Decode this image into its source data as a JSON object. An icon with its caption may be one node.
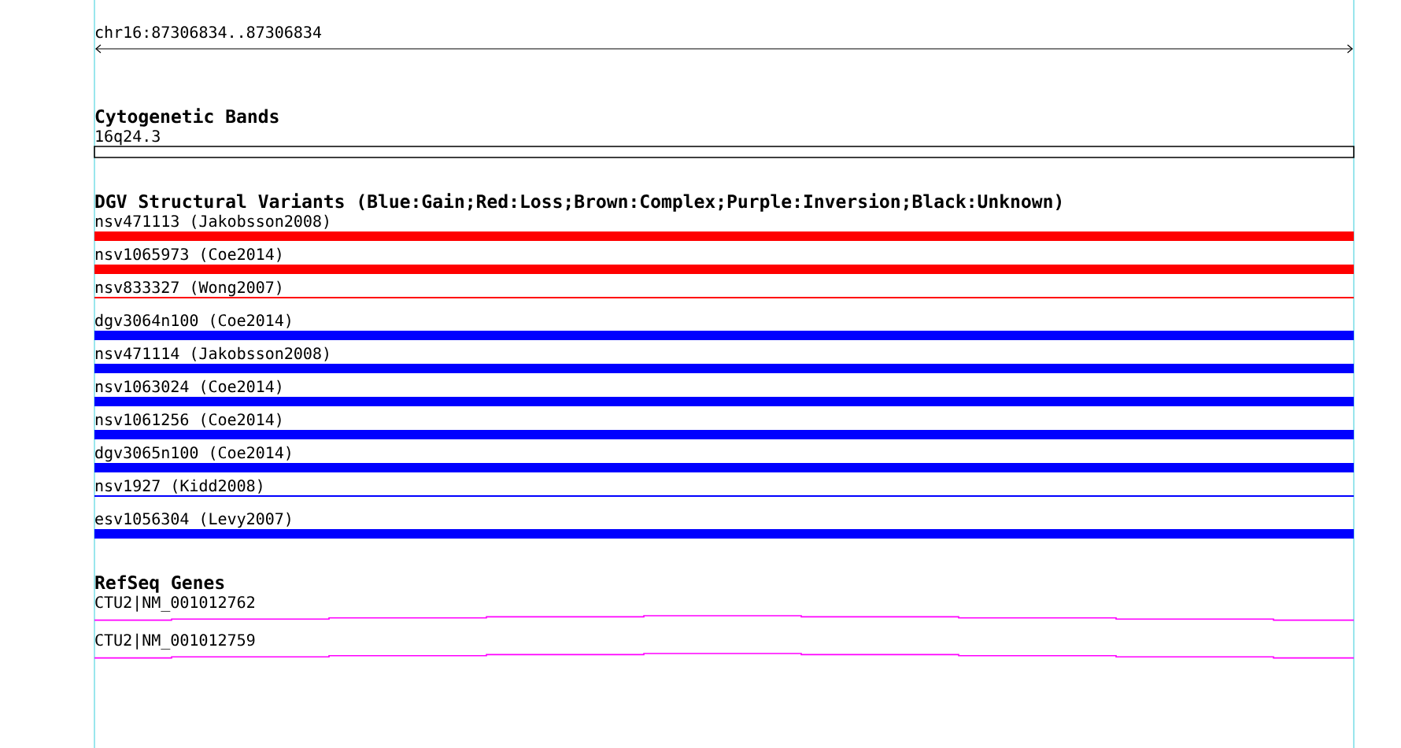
{
  "diagram": {
    "nodes": [
      {
        "text": [
          "16q24.3"
        ]
      },
      {
        "text": [
          "nsv471113 (Jakobsson2008)"
        ]
      },
      {
        "text": [
          "nsv1065973 (Coe2014)"
        ]
      },
      {
        "text": [
          "nsv833327 (Wong2007)"
        ]
      },
      {
        "text": [
          "dgv3064n100 (Coe2014)"
        ]
      },
      {
        "text": [
          "nsv471114 (Jakobsson2008)"
        ]
      },
      {
        "text": [
          "nsv1063024 (Coe2014)"
        ]
      },
      {
        "text": [
          "nsv1061256 (Coe2014)"
        ]
      },
      {
        "text": [
          "dgv3065n100 (Coe2014)"
        ]
      },
      {
        "text": [
          "nsv1927 (Kidd2008)"
        ]
      },
      {
        "text": [
          "esv1056304 (Levy2007)"
        ]
      },
      {
        "text": [
          "CTU2|NM_001012762"
        ]
      },
      {
        "text": [
          "CTU2|NM_001012759"
        ]
      }
    ],
    "labels": [
      "chr16:87306834..87306834",
      "Cytogenetic Bands",
      "DGV Structural Variants (Blue:Gain;Red:Loss;Brown:Complex;Purple:Inversion;Black:Unknown)",
      "RefSeq Genes"
    ]
  }
}
